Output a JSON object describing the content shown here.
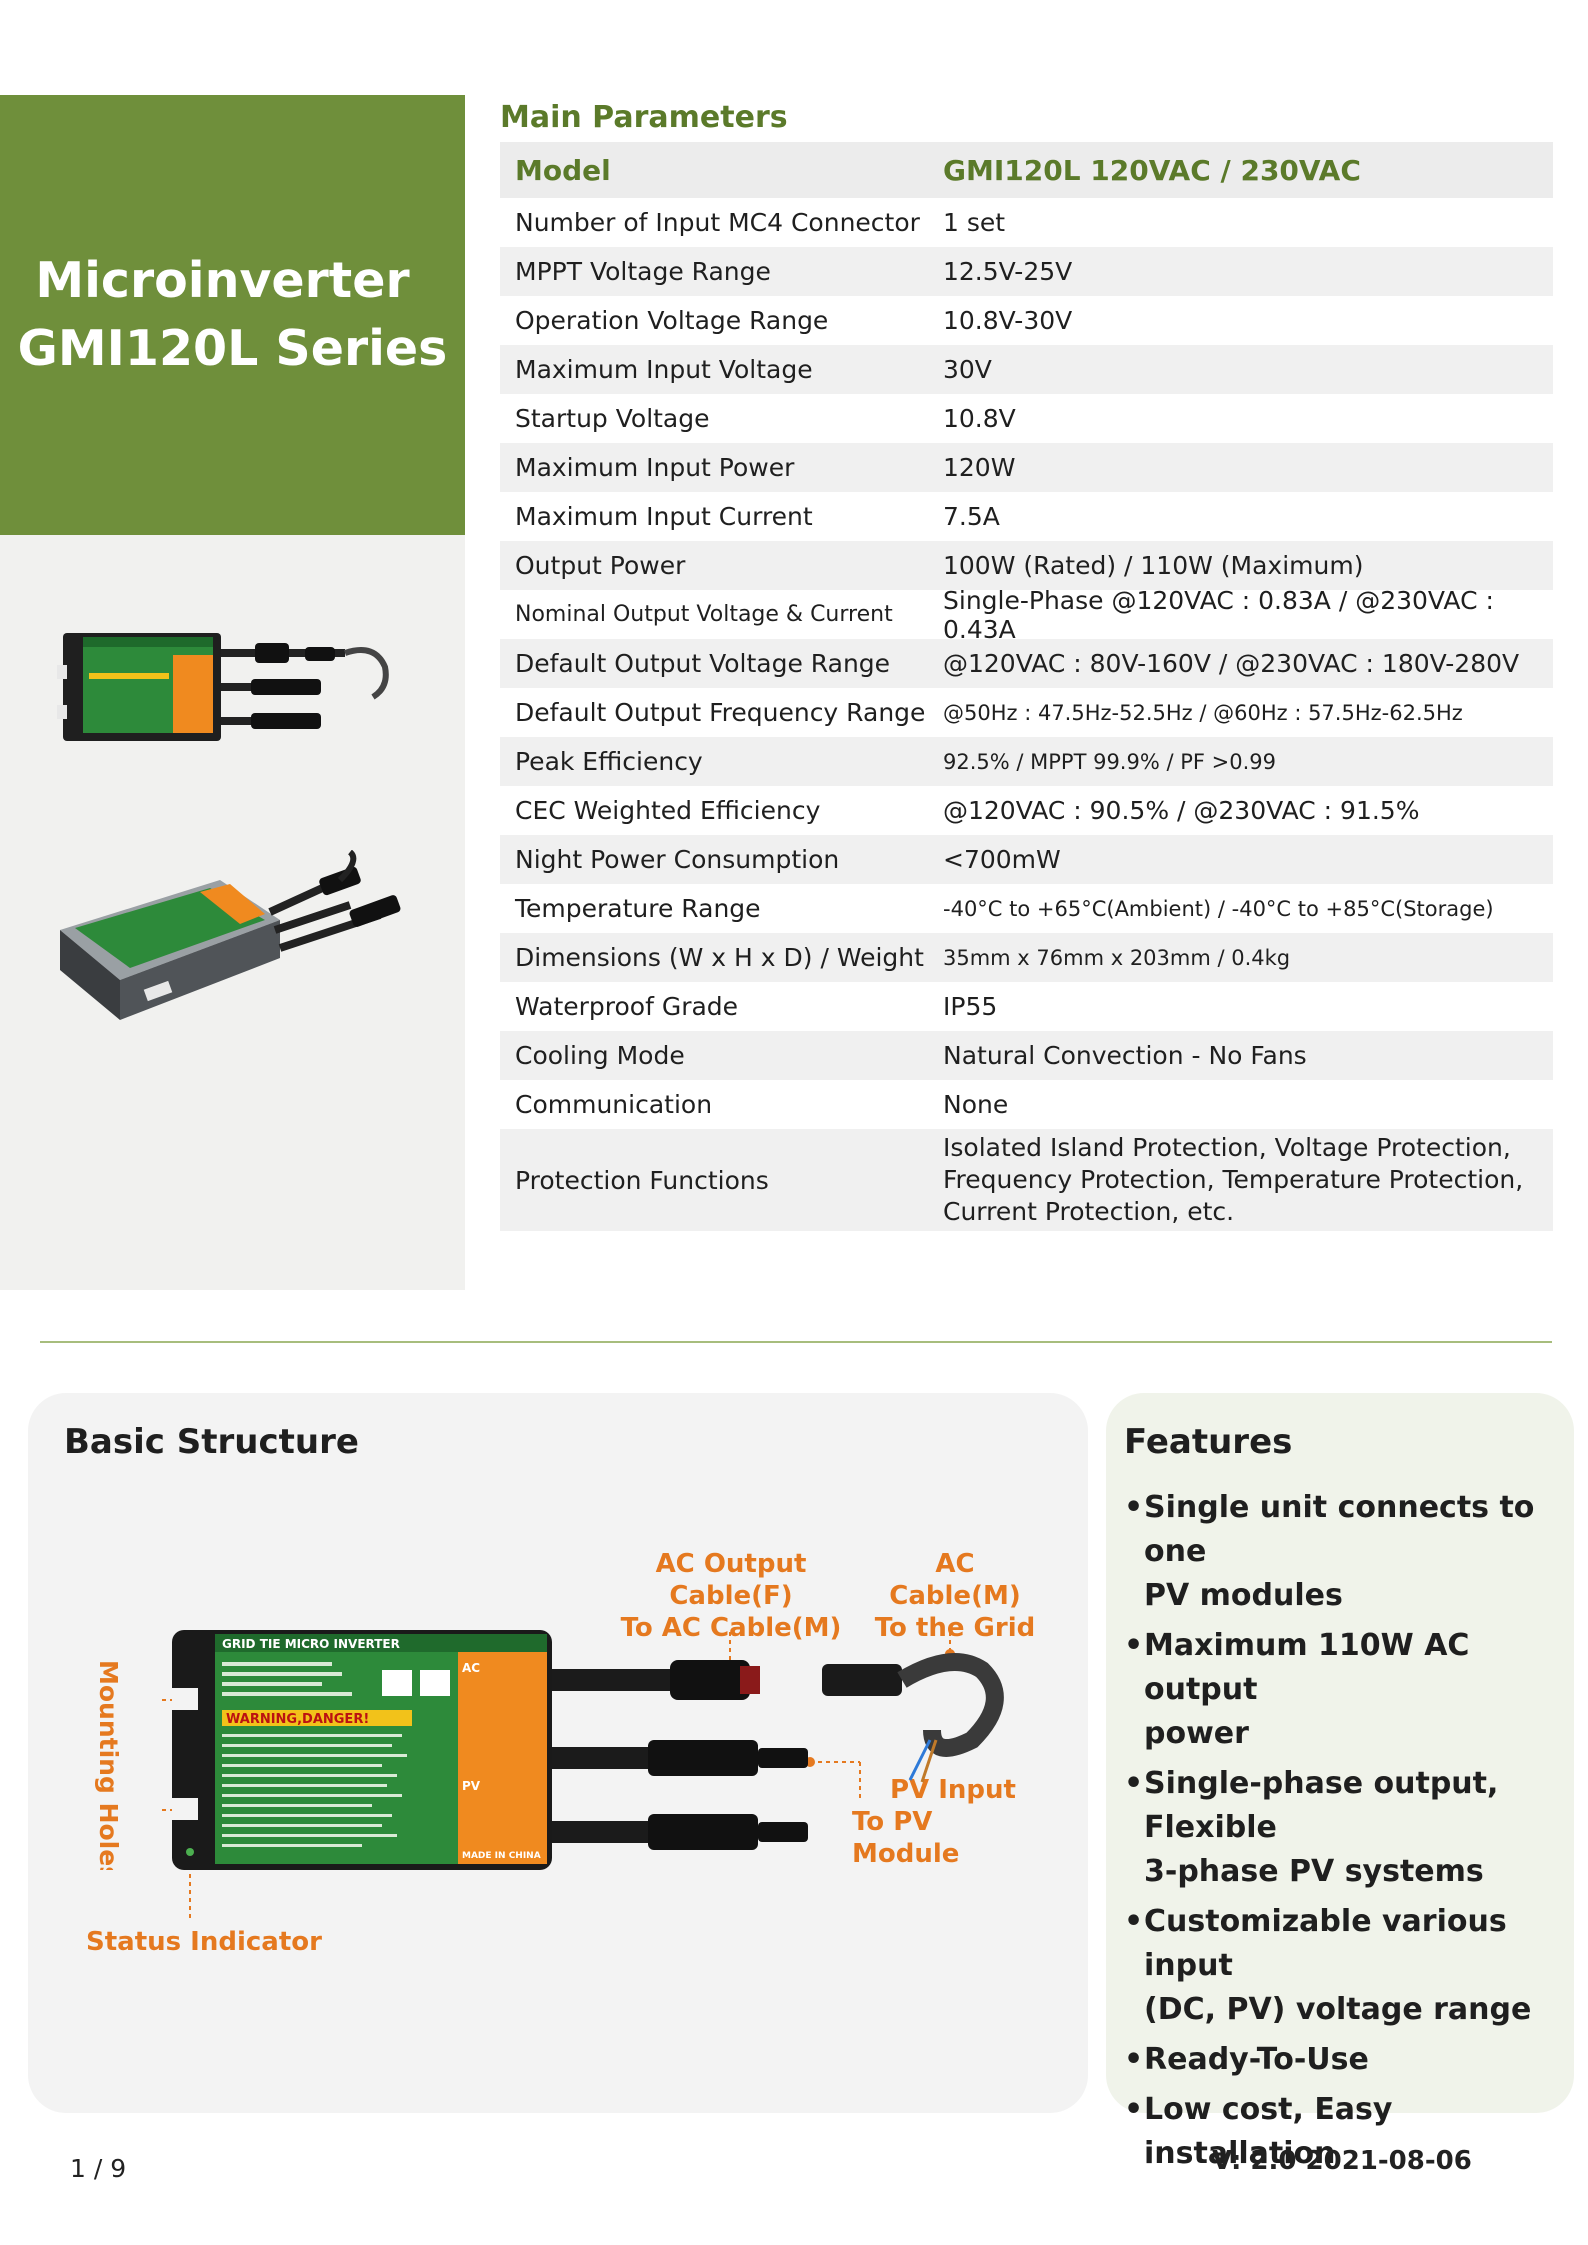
{
  "left_panel": {
    "title_line1": "Microinverter",
    "title_line2": "GMI120L Series"
  },
  "params": {
    "title": "Main Parameters",
    "header": {
      "label": "Model",
      "value": "GMI120L 120VAC / 230VAC"
    },
    "rows": [
      {
        "label": "Number of Input MC4 Connector",
        "value": "1 set"
      },
      {
        "label": "MPPT Voltage Range",
        "value": "12.5V-25V"
      },
      {
        "label": "Operation Voltage Range",
        "value": "10.8V-30V"
      },
      {
        "label": "Maximum Input Voltage",
        "value": "30V"
      },
      {
        "label": "Startup Voltage",
        "value": "10.8V"
      },
      {
        "label": "Maximum Input Power",
        "value": "120W"
      },
      {
        "label": "Maximum Input Current",
        "value": "7.5A"
      },
      {
        "label": "Output Power",
        "value": "100W (Rated) / 110W (Maximum)"
      },
      {
        "label": "Nominal Output Voltage & Current",
        "value": "Single-Phase  @120VAC : 0.83A  /  @230VAC : 0.43A"
      },
      {
        "label": "Default Output Voltage Range",
        "value": "@120VAC : 80V-160V  /  @230VAC : 180V-280V"
      },
      {
        "label": "Default Output Frequency Range",
        "value": "@50Hz : 47.5Hz-52.5Hz   /  @60Hz : 57.5Hz-62.5Hz"
      },
      {
        "label": "Peak Efficiency",
        "value": "92.5%  / MPPT 99.9% / PF >0.99"
      },
      {
        "label": "CEC Weighted Efficiency",
        "value": "@120VAC : 90.5%  /  @230VAC : 91.5%"
      },
      {
        "label": "Night Power Consumption",
        "value": "<700mW"
      },
      {
        "label": "Temperature Range",
        "value": "-40°C to +65°C(Ambient) / -40°C to +85°C(Storage)"
      },
      {
        "label": "Dimensions (W x H x D) / Weight",
        "value": "35mm x 76mm x 203mm /  0.4kg"
      },
      {
        "label": "Waterproof Grade",
        "value": "IP55"
      },
      {
        "label": "Cooling Mode",
        "value": "Natural Convection - No Fans"
      },
      {
        "label": "Communication",
        "value": "None"
      }
    ],
    "protection": {
      "label": "Protection Functions",
      "line1": "Isolated Island Protection, Voltage Protection,",
      "line2": "Frequency Protection, Temperature Protection,",
      "line3": "Current Protection, etc."
    }
  },
  "structure": {
    "title": "Basic Structure",
    "mounting_holes": "Mounting Holes",
    "status_indicator": "Status Indicator",
    "ac_out_line1": "AC Output Cable(F)",
    "ac_out_line2": "To AC Cable(M)",
    "ac_cable_line1": "AC Cable(M)",
    "ac_cable_line2": "To the Grid",
    "pv_line1": "PV Input",
    "pv_line2": "To PV Module",
    "device_label": "GRID TIE MICRO INVERTER",
    "warning": "WARNING,DANGER!",
    "made_in": "MADE IN CHINA",
    "ac_tag": "AC",
    "pv_tag": "PV"
  },
  "features": {
    "title": "Features",
    "items": [
      {
        "line1": "Single unit connects to one",
        "line2": "PV modules"
      },
      {
        "line1": "Maximum 110W AC output",
        "line2": "power"
      },
      {
        "line1": "Single-phase output, Flexible",
        "line2": "3-phase PV systems"
      },
      {
        "line1": "Customizable various input",
        "line2": "(DC, PV) voltage range"
      },
      {
        "line1": "Ready-To-Use",
        "line2": ""
      },
      {
        "line1": "Low cost, Easy installation",
        "line2": ""
      }
    ]
  },
  "footer": {
    "page": "1  /  9",
    "version": "V: 2.0   2021-08-06"
  },
  "colors": {
    "brand_green": "#6f8f3b",
    "title_green": "#5b7a2a",
    "callout_orange": "#e5791f"
  }
}
